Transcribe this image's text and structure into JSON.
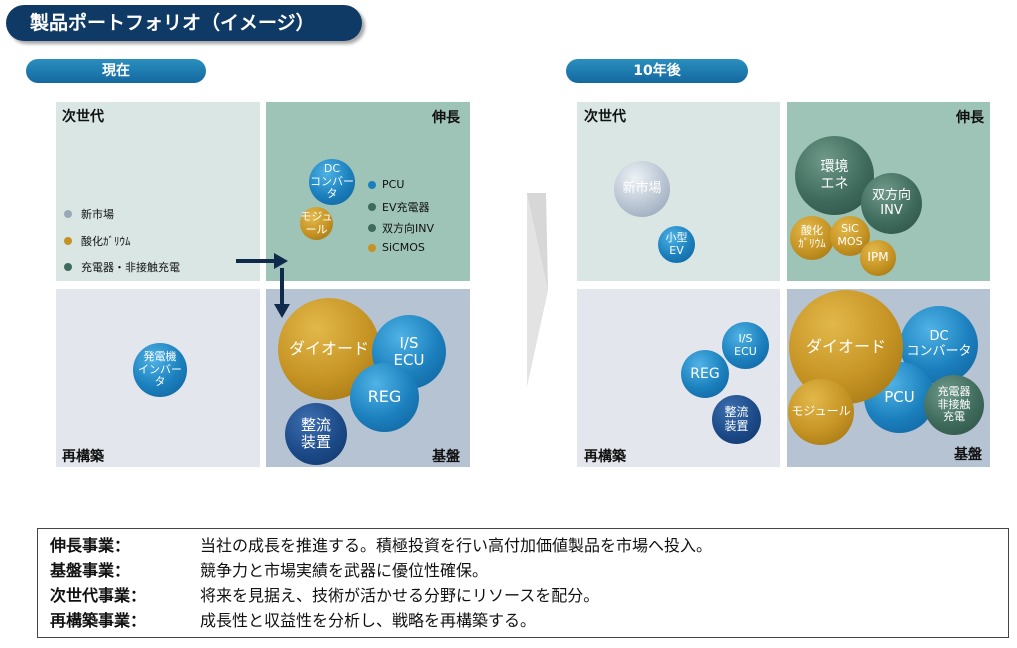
{
  "title": "製品ポートフォリオ（イメージ）",
  "sections": {
    "current": "現在",
    "future": "10年後"
  },
  "quadrants": {
    "next_gen": "次世代",
    "growth": "伸長",
    "rebuild": "再構築",
    "base": "基盤"
  },
  "current": {
    "legend": [
      {
        "label": "新市場",
        "color": "#9aa9b8"
      },
      {
        "label": "酸化ｶﾞﾘｳﾑ",
        "color": "#c59323"
      },
      {
        "label": "充電器・非接触充電",
        "color": "#3f6b5c"
      }
    ],
    "growth_legend": [
      {
        "label": "PCU",
        "color": "#1b7fbd"
      },
      {
        "label": "EV充電器",
        "color": "#3f6b5c"
      },
      {
        "label": "双方向INV",
        "color": "#3f6b5c"
      },
      {
        "label": "SiCMOS",
        "color": "#c59323"
      }
    ],
    "bubbles": {
      "dc_converter": "DC\nコンバータ",
      "module": "モジュール",
      "generator_inverter": "発電機\nインバータ",
      "diode": "ダイオード",
      "is_ecu": "I/S\nECU",
      "reg": "REG",
      "rectifier": "整流\n装置"
    }
  },
  "future": {
    "bubbles": {
      "new_market": "新市場",
      "small_ev": "小型\nEV",
      "environment_energy": "環境\nエネ",
      "bidirectional_inv": "双方向\nINV",
      "gallium_oxide": "酸化\nｶﾞﾘｳﾑ",
      "sic_mos": "SiC\nMOS",
      "ipm": "IPM",
      "is_ecu": "I/S\nECU",
      "reg": "REG",
      "rectifier": "整流\n装置",
      "diode": "ダイオード",
      "dc_converter": "DC\nコンバータ",
      "module": "モジュール",
      "pcu": "PCU",
      "charger": "充電器\n非接触\n充電"
    }
  },
  "descriptions": [
    {
      "term": "伸長事業：",
      "text": "当社の成長を推進する。積極投資を行い高付加価値製品を市場へ投入。"
    },
    {
      "term": "基盤事業：",
      "text": "競争力と市場実績を武器に優位性確保。"
    },
    {
      "term": "次世代事業：",
      "text": "将来を見据え、技術が活かせる分野にリソースを配分。"
    },
    {
      "term": "再構築事業：",
      "text": "成長性と収益性を分析し、戦略を再構築する。"
    }
  ]
}
